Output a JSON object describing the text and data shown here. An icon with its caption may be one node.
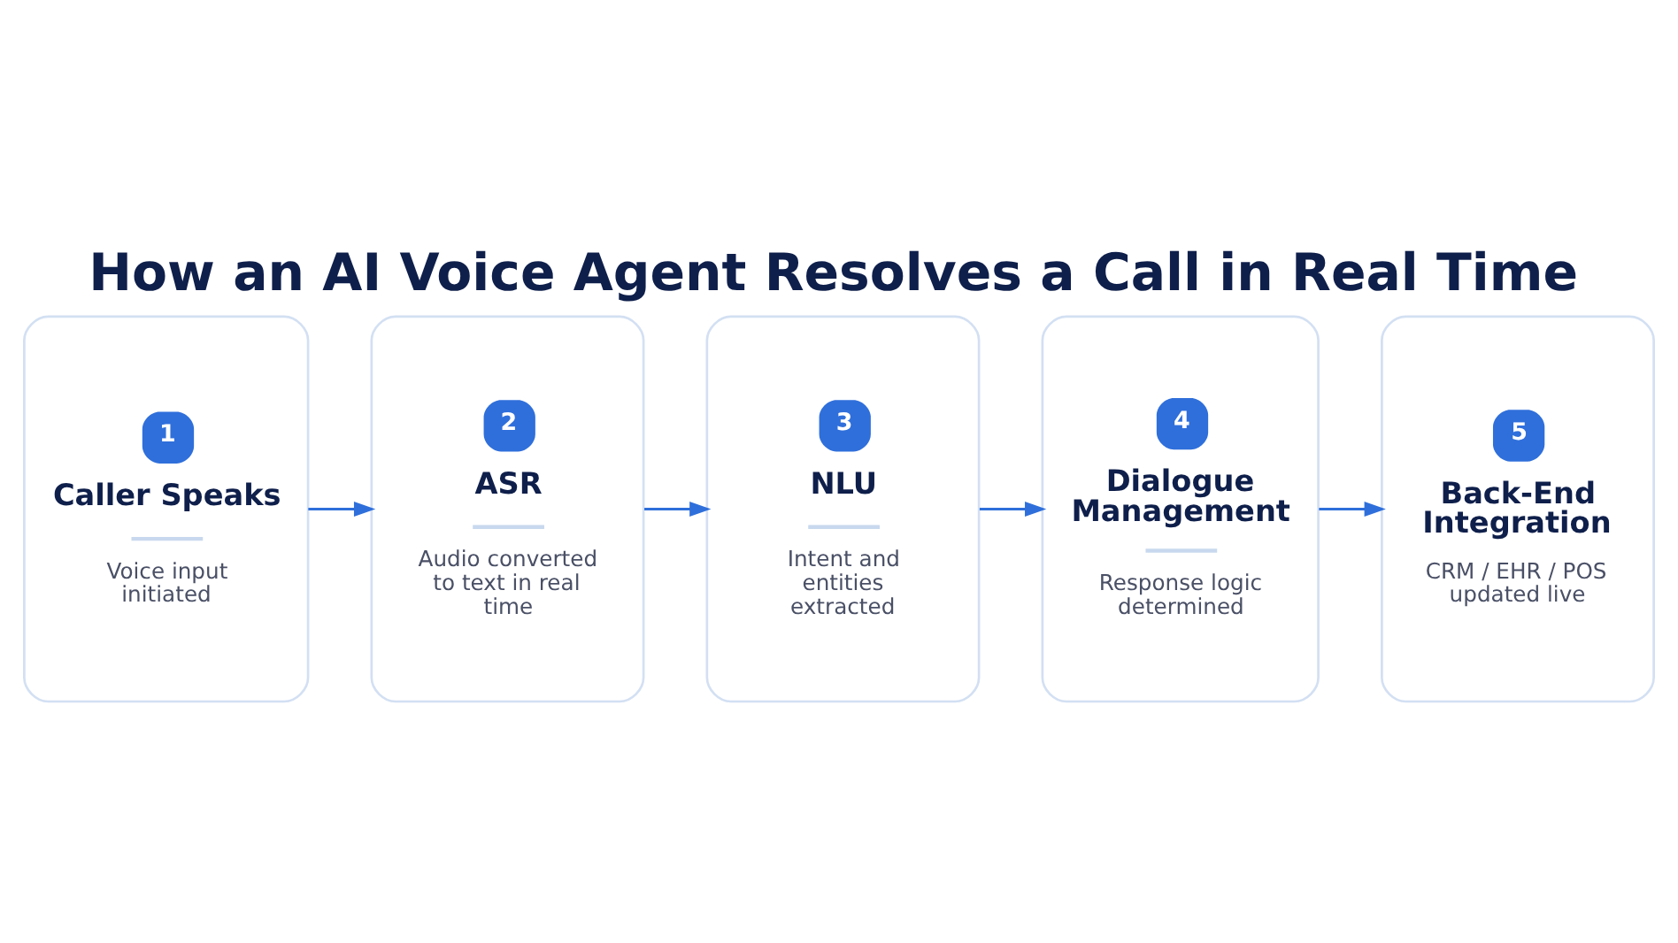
{
  "diagram": {
    "title": "How an AI Voice Agent Resolves a Call in Real Time",
    "nodes": [
      {
        "text": [
          "1",
          "Caller Speaks",
          "Voice input initiated"
        ]
      },
      {
        "text": [
          "2",
          "ASR",
          "Audio converted to text in real time"
        ]
      },
      {
        "text": [
          "3",
          "NLU",
          "Intent and entities extracted"
        ]
      },
      {
        "text": [
          "4",
          "Dialogue Management",
          "Response logic determined"
        ]
      },
      {
        "text": [
          "5",
          "Back-End Integration",
          "CRM / EHR / POS updated live"
        ]
      }
    ],
    "edges": [
      {
        "from": 0,
        "to": 1,
        "arrow": "to"
      },
      {
        "from": 1,
        "to": 2,
        "arrow": "to"
      },
      {
        "from": 2,
        "to": 3,
        "arrow": "to"
      },
      {
        "from": 3,
        "to": 4,
        "arrow": "to"
      }
    ]
  }
}
